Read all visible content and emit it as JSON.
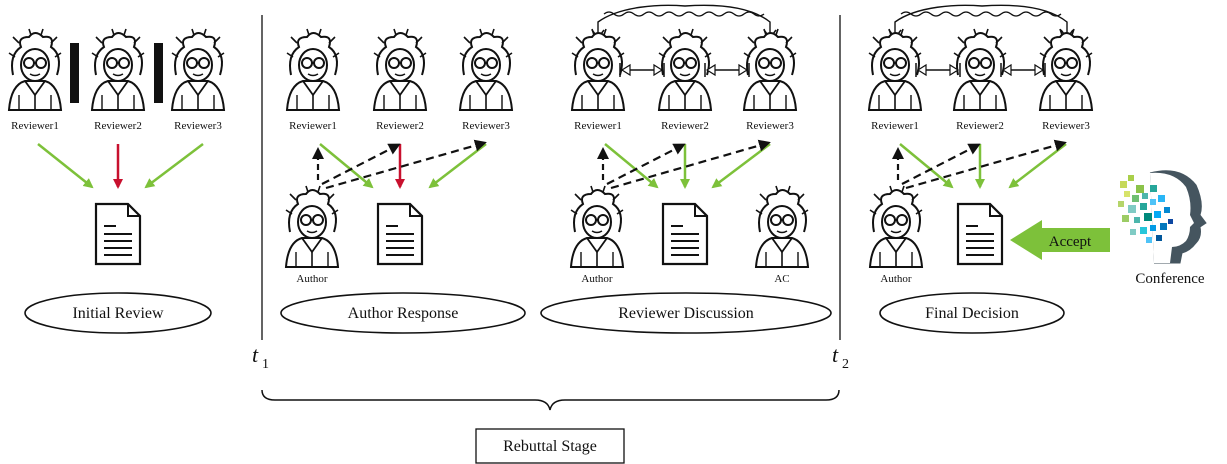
{
  "colors": {
    "green": "#7dc13a",
    "red": "#c8102e",
    "black": "#111111"
  },
  "panels": {
    "initial": {
      "reviewers": [
        "Reviewer1",
        "Reviewer2",
        "Reviewer3"
      ],
      "stage_label": "Initial Review"
    },
    "author_response": {
      "reviewers": [
        "Reviewer1",
        "Reviewer2",
        "Reviewer3"
      ],
      "author_label": "Author",
      "stage_label": "Author Response"
    },
    "discussion": {
      "reviewers": [
        "Reviewer1",
        "Reviewer2",
        "Reviewer3"
      ],
      "author_label": "Author",
      "ac_label": "AC",
      "stage_label": "Reviewer Discussion"
    },
    "final": {
      "reviewers": [
        "Reviewer1",
        "Reviewer2",
        "Reviewer3"
      ],
      "author_label": "Author",
      "stage_label": "Final Decision",
      "accept_label": "Accept",
      "conference_label": "Conference",
      "conference_icon": "conference-logo-icon"
    }
  },
  "timeline": {
    "t1_base": "t",
    "t1_sub": "1",
    "t2_base": "t",
    "t2_sub": "2",
    "rebuttal_label": "Rebuttal Stage"
  }
}
